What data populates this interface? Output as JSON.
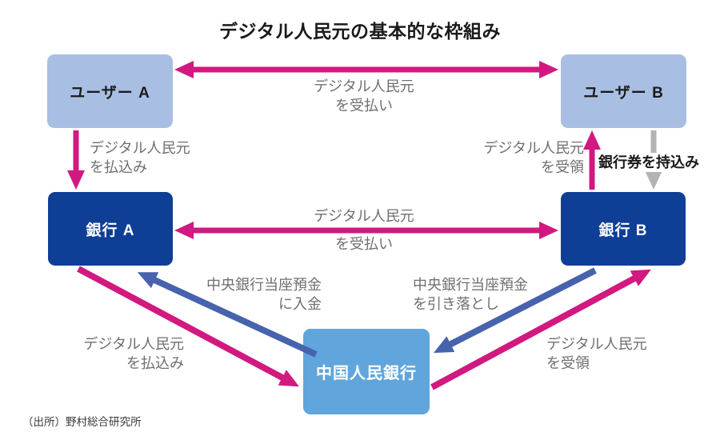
{
  "title": "デジタル人民元の基本的な枠組み",
  "source": "（出所）野村総合研究所",
  "colors": {
    "box-user": "#a9bee3",
    "box-bank": "#0f3e96",
    "box-pboc": "#60a6dc",
    "arrow-magenta": "#d11980",
    "arrow-blue": "#4763ad",
    "arrow-gray": "#b3b3b3",
    "label-gray": "#6f6f6f",
    "text-black": "#1a1a1a"
  },
  "nodes": {
    "user_a": {
      "label": "ユーザー A"
    },
    "user_b": {
      "label": "ユーザー B"
    },
    "bank_a": {
      "label": "銀行 A"
    },
    "bank_b": {
      "label": "銀行 B"
    },
    "pboc": {
      "label": "中国人民銀行"
    }
  },
  "flows": {
    "users_transfer": {
      "line1": "デジタル人民元",
      "line2": "を受払い"
    },
    "user_a_pay_in": {
      "line1": "デジタル人民元",
      "line2": "を払込み"
    },
    "user_b_receive": {
      "line1": "デジタル人民元",
      "line2": "を受領"
    },
    "user_b_cash_in": {
      "label": "銀行券を持込み"
    },
    "banks_transfer": {
      "line1": "デジタル人民元",
      "line2": "を受払い"
    },
    "pboc_deposit": {
      "line1": "中央銀行当座預金",
      "line2": "に入金"
    },
    "pboc_withdraw": {
      "line1": "中央銀行当座預金",
      "line2": "を引き落とし"
    },
    "bank_a_pay_in": {
      "line1": "デジタル人民元",
      "line2": "を払込み"
    },
    "bank_b_receive": {
      "line1": "デジタル人民元",
      "line2": "を受領"
    }
  }
}
